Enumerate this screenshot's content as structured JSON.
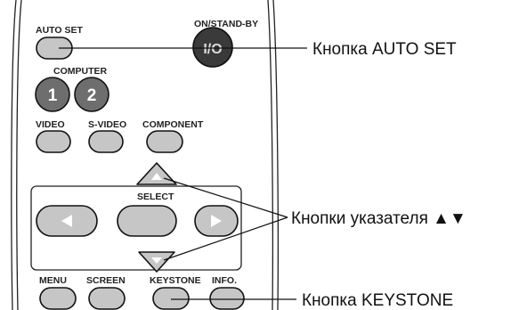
{
  "remote": {
    "auto_set_label": "AUTO SET",
    "on_standby_label": "ON/STAND-BY",
    "on_standby_symbol": "I/O",
    "computer_label": "COMPUTER",
    "computer_1": "1",
    "computer_2": "2",
    "video_label": "VIDEO",
    "svideo_label": "S-VIDEO",
    "component_label": "COMPONENT",
    "select_label": "SELECT",
    "menu_label": "MENU",
    "screen_label": "SCREEN",
    "keystone_label": "KEYSTONE",
    "info_label": "INFO."
  },
  "callouts": {
    "auto_set": "Кнопка AUTO SET",
    "pointer": "Кнопки указателя ▲▼",
    "keystone": "Кнопка KEYSTONE"
  },
  "colors": {
    "button_fill": "#c6c6c6",
    "number_button_fill": "#6e6e6e",
    "outline": "#111111"
  }
}
